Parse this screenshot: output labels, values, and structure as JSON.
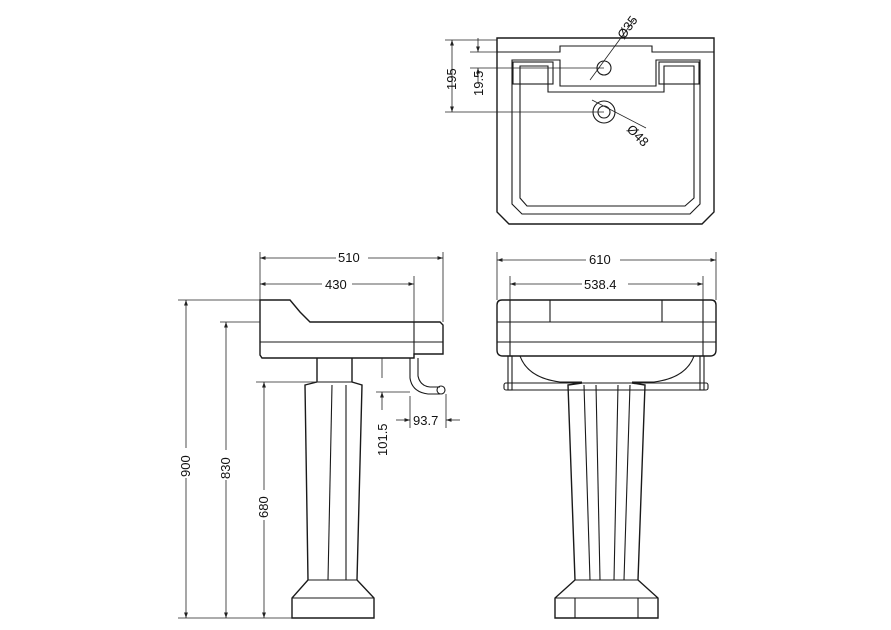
{
  "drawing": {
    "top_view": {
      "dim_195": "195",
      "dim_19_5": "19.5",
      "dim_dia35": "Ø35",
      "dim_dia48": "Ø48"
    },
    "side_view": {
      "dim_510": "510",
      "dim_430": "430",
      "dim_900": "900",
      "dim_830": "830",
      "dim_680": "680",
      "dim_101_5": "101.5",
      "dim_93_7": "93.7"
    },
    "front_view": {
      "dim_610": "610",
      "dim_538_4": "538.4"
    }
  }
}
